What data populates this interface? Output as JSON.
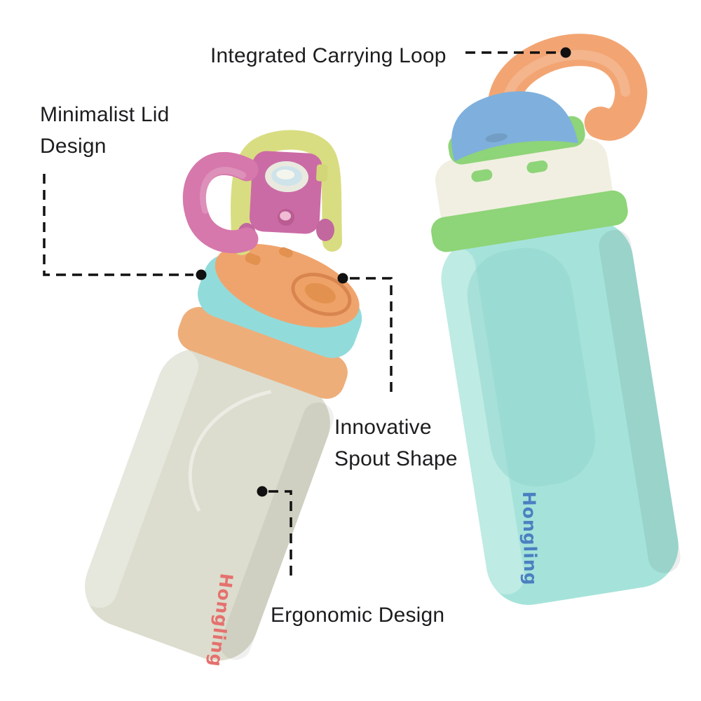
{
  "product": {
    "brand": "Hongling"
  },
  "annotations": {
    "carrying_loop": {
      "label": "Integrated Carrying Loop"
    },
    "lid": {
      "label": "Minimalist Lid Design"
    },
    "spout": {
      "label": "Innovative Spout Shape"
    },
    "ergonomic": {
      "label": "Ergonomic Design"
    }
  },
  "colors": {
    "label_text": "#1d1d1f",
    "leader": "#111111",
    "brand_left": "#e5716e",
    "brand_right": "#4a80c1",
    "left_body": "#dcddce",
    "left_band_orange": "#eeae7a",
    "left_collar_teal": "#92dbdb",
    "left_lid_orange": "#f0a46d",
    "spout_ring_edge": "#d8854f",
    "strap_pink": "#d678ab",
    "flip_lid_pink": "#cb6ba5",
    "hinge_pink": "#c2689f",
    "handle_yellow": "#d9dd81",
    "latch_yellow": "#d3d678",
    "seal_white": "#e9e9df",
    "seal_blue": "#cfe3ea",
    "seal_core": "#f4f6ee",
    "button_pink": "#b95c92",
    "button_light": "#f0bcd4",
    "right_body": "#a5e3da",
    "grip_panel": "#8fd5cc",
    "band_green": "#8ed478",
    "band_cream": "#f1efe2",
    "cap_blue": "#7fb0dd",
    "loop_orange": "#f2a573",
    "loop_pivot": "#4a4038"
  }
}
